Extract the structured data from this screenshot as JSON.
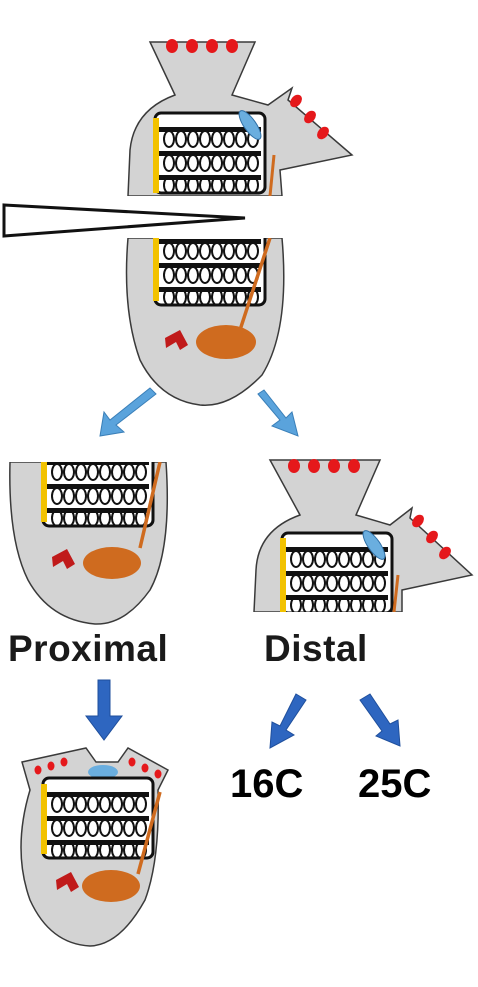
{
  "labels": {
    "proximal": "Proximal",
    "distal": "Distal",
    "temp_low": "16C",
    "temp_high": "25C"
  },
  "colors": {
    "body_fill": "#d3d3d3",
    "outline": "#3a3a3a",
    "eye_dots": "#e5181b",
    "pharynx": "#6aaedf",
    "gonad": "#cf6b1f",
    "yellow_band": "#f2c200",
    "arrow_light": "#5aa3dc",
    "arrow_dark": "#2e66c0",
    "red_mark": "#c01a1a"
  },
  "icons": [
    "knife-blade-icon",
    "arrow-down-left-icon",
    "arrow-down-right-icon",
    "arrow-down-icon"
  ]
}
